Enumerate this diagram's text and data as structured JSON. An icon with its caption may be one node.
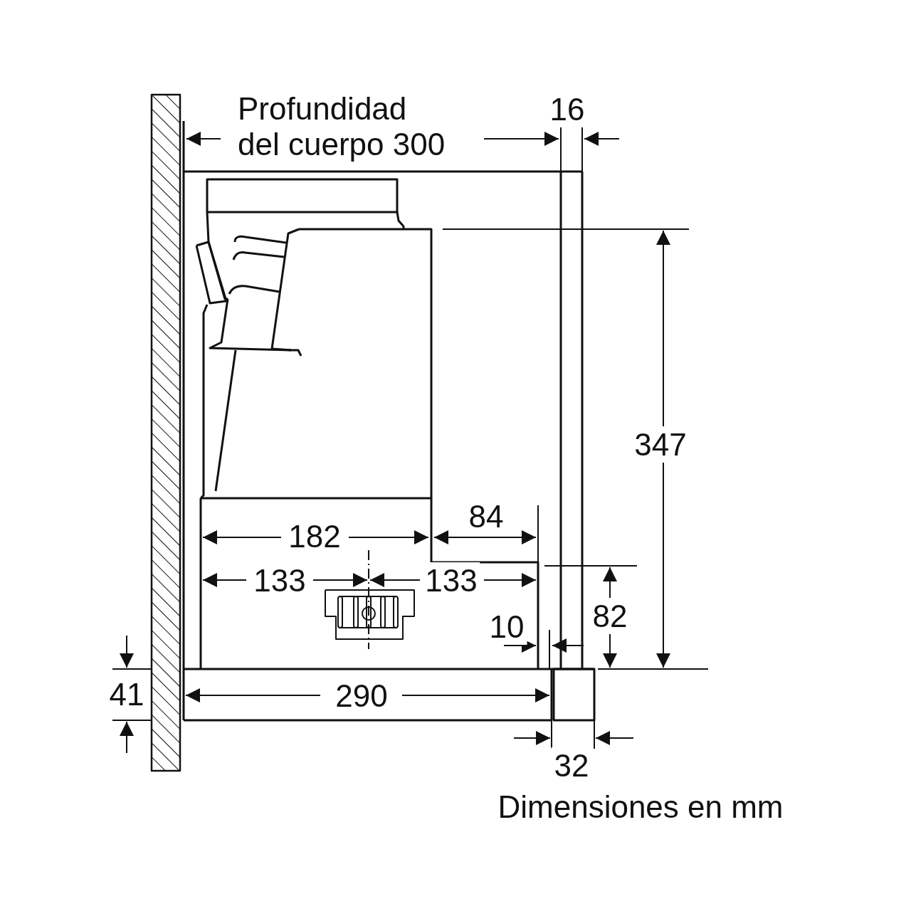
{
  "diagram": {
    "labels": [
      "Profundidad del cuerpo 300",
      "16",
      "347",
      "182",
      "84",
      "133",
      "133",
      "82",
      "10",
      "41",
      "290",
      "32",
      "Dimensiones en mm"
    ]
  }
}
